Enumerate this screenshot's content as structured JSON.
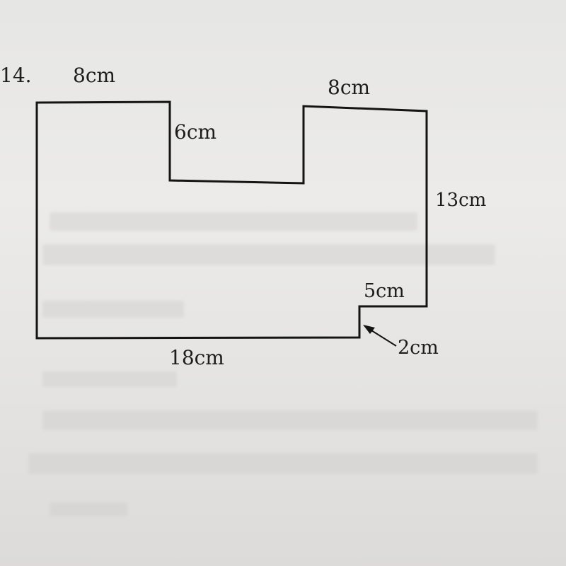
{
  "problem": {
    "number": "14."
  },
  "dimensions": {
    "top_left": "8cm",
    "top_right": "8cm",
    "notch_depth": "6cm",
    "right_side": "13cm",
    "step_width": "5cm",
    "step_height": "2cm",
    "bottom": "18cm"
  }
}
